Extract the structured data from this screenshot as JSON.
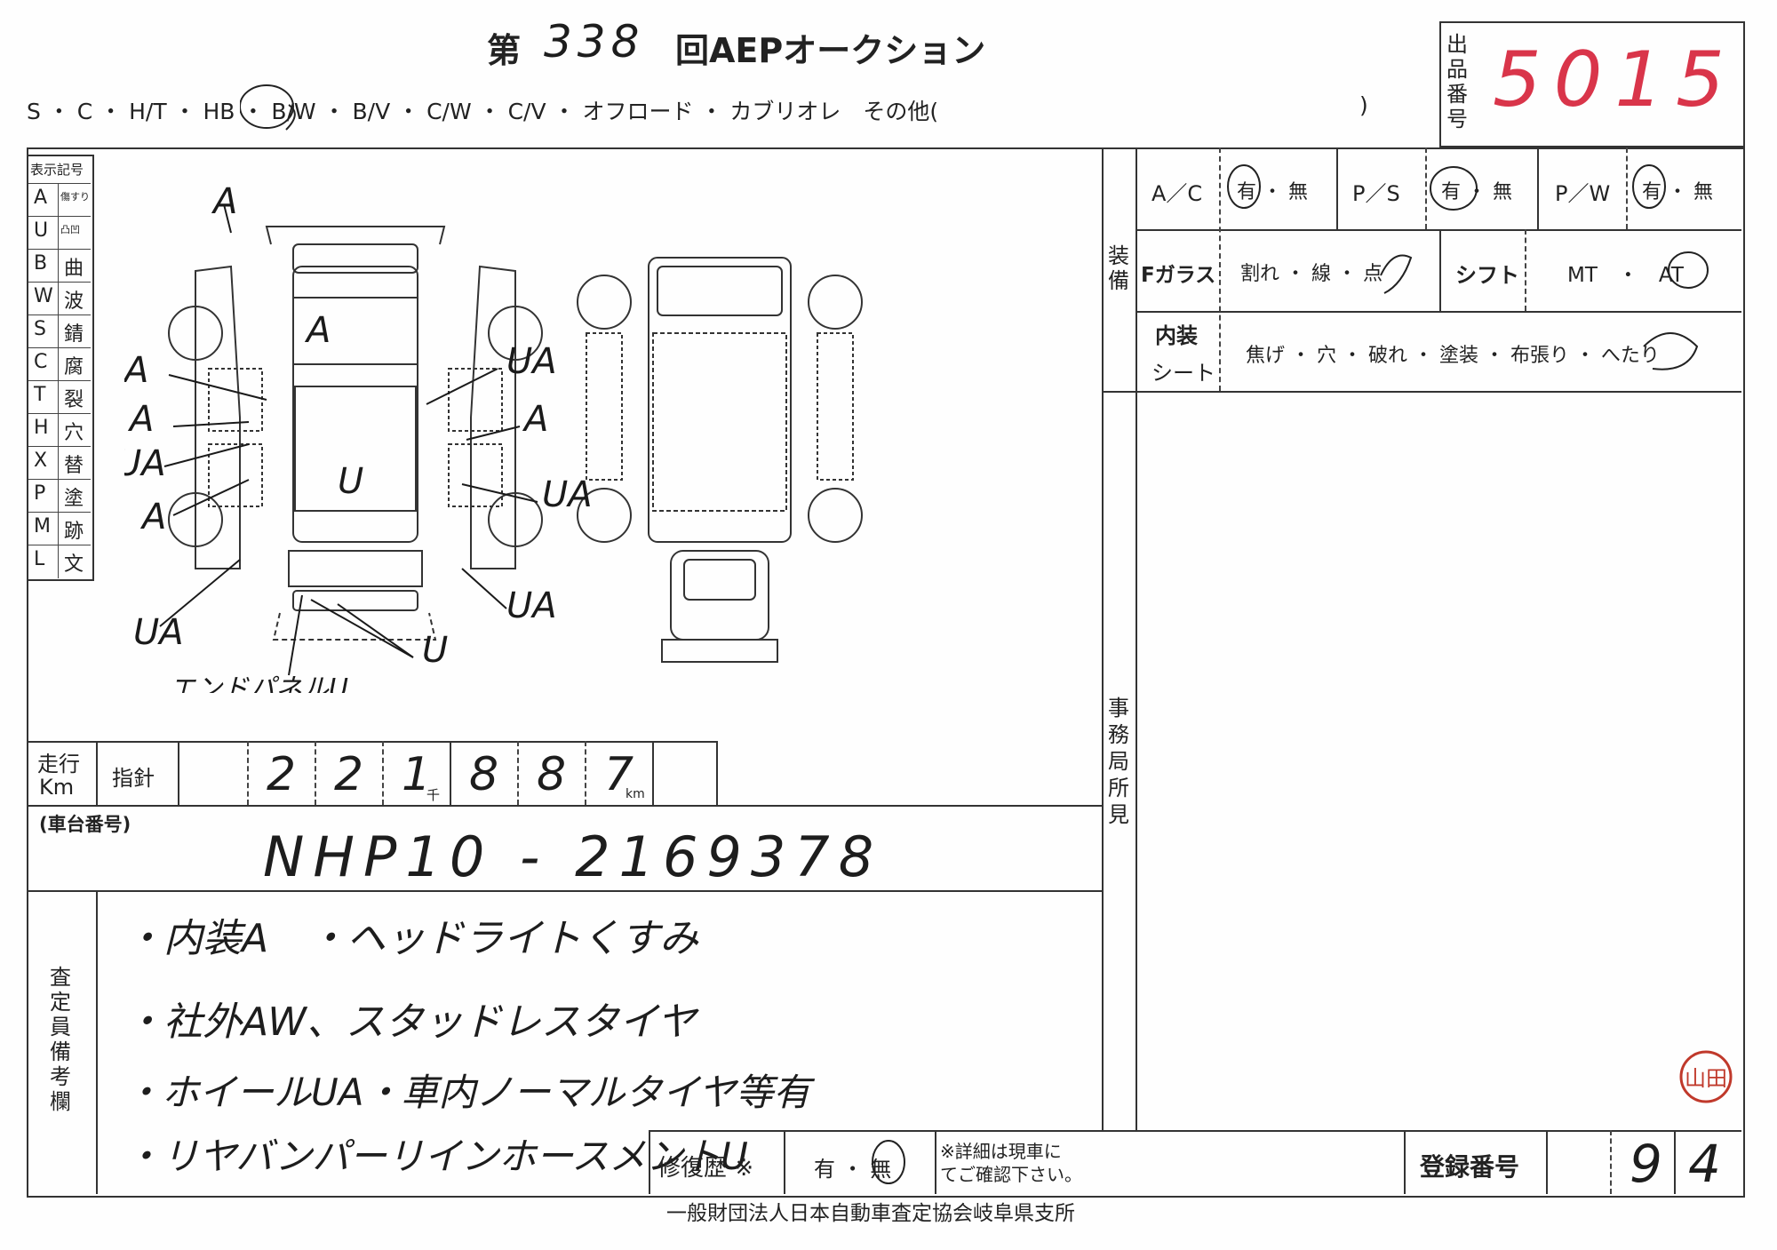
{
  "header": {
    "auction_prefix": "第",
    "auction_number": "338",
    "auction_title": "回AEPオークション",
    "body_types": "S ・ C ・ H/T ・ HB ・ B/W ・ B/V ・ C/W ・ C/V ・ オフロード ・ カブリオレ　その他(",
    "body_types_close": ")",
    "lot_label": [
      "出",
      "品",
      "番",
      "号"
    ],
    "lot_number": "5015",
    "lot_number_color": "#d9354a"
  },
  "legend": {
    "title": "表示記号",
    "items": [
      {
        "code": "A",
        "meaning": "傷すり"
      },
      {
        "code": "U",
        "meaning": "凸凹"
      },
      {
        "code": "B",
        "meaning": "曲"
      },
      {
        "code": "W",
        "meaning": "波"
      },
      {
        "code": "S",
        "meaning": "錆"
      },
      {
        "code": "C",
        "meaning": "腐"
      },
      {
        "code": "T",
        "meaning": "裂"
      },
      {
        "code": "H",
        "meaning": "穴"
      },
      {
        "code": "X",
        "meaning": "替"
      },
      {
        "code": "P",
        "meaning": "塗"
      },
      {
        "code": "M",
        "meaning": "跡"
      },
      {
        "code": "L",
        "meaning": "文"
      }
    ]
  },
  "diagram_marks": {
    "roof": "A",
    "top": "A",
    "left": [
      "A",
      "A",
      "UA",
      "A"
    ],
    "right": [
      "UA",
      "A",
      "UA"
    ],
    "floor": "U",
    "bottom_left": "UA",
    "bottom_right": "UA",
    "rear": "U",
    "rear_note": "エンドパネルU"
  },
  "odometer": {
    "label_line1": "走行",
    "label_line2": "Km",
    "sub_label": "指針",
    "digits": [
      "2",
      "2",
      "1",
      "8",
      "8",
      "7"
    ],
    "thousand_unit": "千",
    "km_unit": "km"
  },
  "chassis": {
    "label": "(車台番号)",
    "value": "NHP10 - 2169378"
  },
  "remarks": {
    "label": [
      "査",
      "定",
      "員",
      "備",
      "考",
      "欄"
    ],
    "lines": [
      "・内装A　・ヘッドライトくすみ",
      "・社外AW、スタッドレスタイヤ",
      "・ホイールUA・車内ノーマルタイヤ等有",
      "・リヤバンパーリインホースメントU"
    ]
  },
  "repair_history": {
    "label": "修復歴 ※",
    "options": "有 ・ 無",
    "note_line1": "※詳細は現車に",
    "note_line2": "てご確認下さい。"
  },
  "equipment": {
    "label": [
      "装",
      "備"
    ],
    "ac_label": "A／C",
    "ac_options": "有 ・ 無",
    "ps_label": "P／S",
    "ps_options": "有 ・ 無",
    "pw_label": "P／W",
    "pw_options": "有 ・ 無",
    "fglass_label": "Fガラス",
    "fglass_options": "割れ ・ 線 ・ 点",
    "shift_label": "シフト",
    "shift_options": "MT　・　AT",
    "interior_label": "内装",
    "seat_label": "シート",
    "interior_options": "焦げ ・ 穴 ・ 破れ ・ 塗装 ・ 布張り ・ へたり"
  },
  "office": {
    "label": [
      "事",
      "務",
      "局",
      "所",
      "見"
    ]
  },
  "registration": {
    "label": "登録番号",
    "value": [
      "9",
      "4"
    ]
  },
  "footer": {
    "org": "一般財団法人日本自動車査定協会岐阜県支所"
  },
  "seal": {
    "text": "山田",
    "color": "#c0392b"
  }
}
